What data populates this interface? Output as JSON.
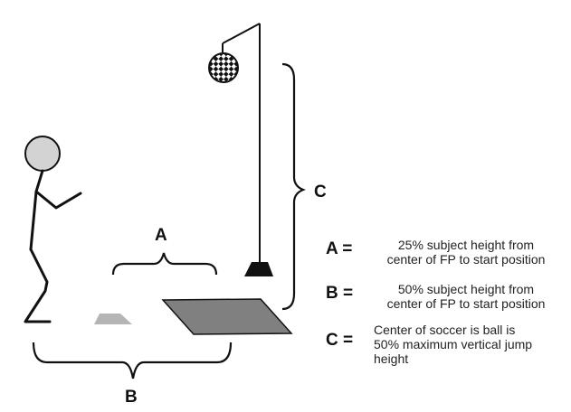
{
  "labels": {
    "a": "A",
    "b": "B",
    "c": "C"
  },
  "legend": [
    {
      "key": "A =",
      "text_line1": "25% subject height from",
      "text_line2": "center of FP to start position"
    },
    {
      "key": "B =",
      "text_line1": "50% subject height from",
      "text_line2": "center of FP to start position"
    },
    {
      "key": "C =",
      "text_line1": "Center of soccer is ball is",
      "text_line2": "50% maximum vertical jump",
      "text_line3": "height"
    }
  ],
  "colors": {
    "line": "#111111",
    "head_fill": "#d3d3d3",
    "force_plate": "#808080",
    "start_marker": "#b5b5b5",
    "pole_base": "#111111"
  }
}
